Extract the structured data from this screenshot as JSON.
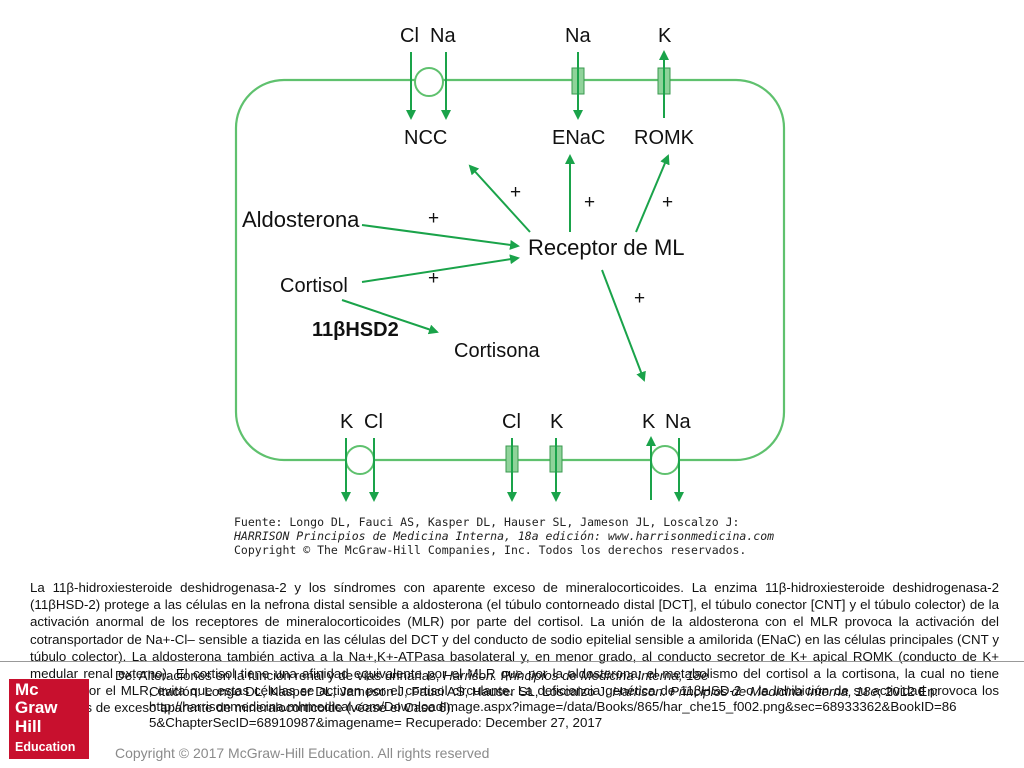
{
  "diagram": {
    "top_ions": {
      "cl": "Cl",
      "na1": "Na",
      "na2": "Na",
      "k": "K"
    },
    "transporters": {
      "ncc": "NCC",
      "enac": "ENaC",
      "romk": "ROMK"
    },
    "center": "Receptor de ML",
    "aldosterona": "Aldosterona",
    "cortisol": "Cortisol",
    "hsd2": "11βHSD2",
    "cortisona": "Cortisona",
    "plus": "+",
    "bottom_ions": {
      "k1": "K",
      "cl1": "Cl",
      "cl2": "Cl",
      "k2": "K",
      "k3": "K",
      "na": "Na"
    },
    "source": {
      "line1": "Fuente: Longo DL, Fauci AS, Kasper DL, Hauser SL, Jameson JL, Loscalzo J:",
      "line2": "HARRISON Principios de Medicina Interna, 18a edición: www.harrisonmedicina.com",
      "line3": "Copyright © The McGraw-Hill Companies, Inc. Todos los derechos reservados."
    },
    "colors": {
      "cell_border": "#5fc16e",
      "arrow": "#1aa34a",
      "channel": "#8fd39a"
    }
  },
  "caption": "La 11β-hidroxiesteroide deshidrogenasa-2 y los síndromes con aparente exceso de mineralocorticoides. La enzima 11β-hidroxiesteroide deshidrogenasa-2 (11βHSD-2) protege a las células en la nefrona distal sensible a aldosterona (el túbulo contorneado distal [DCT], el túbulo conector [CNT] y el túbulo colector) de la activación anormal de los receptores de mineralocorticoides (MLR) por parte del cortisol. La unión de la aldosterona con el MLR provoca la activación del cotransportador de Na+-Cl– sensible a tiazida en las células del DCT y del conducto de sodio epitelial sensible a amilorida (ENaC) en las células principales (CNT y túbulo colector). La aldosterona también activa a la Na+,K+-ATPasa basolateral y, en menor grado, al conducto secretor de K+ apical ROMK (conducto de K+ medular renal externo). El cortisol tiene una afinidad equivalente por el MLR que por la aldosterona; el metabolismo del cortisol a la cortisona, la cual no tiene afinidad por el MLR, evita que estas células se activen por el cortisol circulante. La deficiencia genética de 11βHSD-2 o la inhibición de su actividad provoca los síndromes de exceso aparente de mineralocorticoide (véase el Caso 6).",
  "citation": {
    "de_prefix": "De: Alteraciones en la función renal y de vías urinarias, ",
    "de_book": "Harrison. Principios de Medicina Interna, 18e",
    "cit_prefix": "Citación: Longo DL, Kasper DL, Jameson J, Fauci AS, Hauser SL, Loscalzo J. ",
    "cit_book": "Harrison. Principios de Medicina Interna, 18e",
    "cit_suffix": "; 2012 En:",
    "url_line1": "http://harrisonmedicina.mhmedical.com/DownloadImage.aspx?image=/data/Books/865/har_che15_f002.png&sec=68933362&BookID=86",
    "url_line2": "5&ChapterSecID=68910987&imagename= Recuperado: December 27, 2017"
  },
  "logo": {
    "line1": "Mc",
    "line2": "Graw",
    "line3": "Hill",
    "line4": "Education"
  },
  "copyright": "Copyright © 2017 McGraw-Hill Education. All rights reserved"
}
